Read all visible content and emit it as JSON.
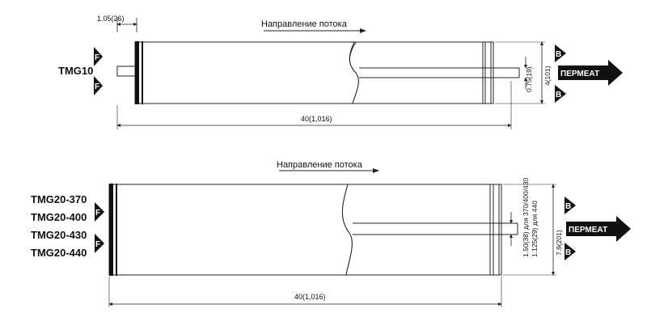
{
  "top": {
    "model": "TMG10",
    "flow_label": "Направление потока",
    "end_cap_dim": "1.05(26)",
    "length_dim": "40(1,016)",
    "diameter_dim": "4(101)",
    "tube_dim": "0.75(19)",
    "feed_letter": "F",
    "brine_letter": "B",
    "permeate_label": "ПЕРМЕАТ"
  },
  "bottom": {
    "models": [
      "TMG20-370",
      "TMG20-400",
      "TMG20-430",
      "TMG20-440"
    ],
    "flow_label": "Направление потока",
    "length_dim": "40(1,016)",
    "diameter_dim": "7.9(201)",
    "tube_dim_1": "1.50(38) для  370/400/430",
    "tube_dim_2": "1.125(29) для  440",
    "feed_letter": "F",
    "brine_letter": "B",
    "permeate_label": "ПЕРМЕАТ"
  }
}
